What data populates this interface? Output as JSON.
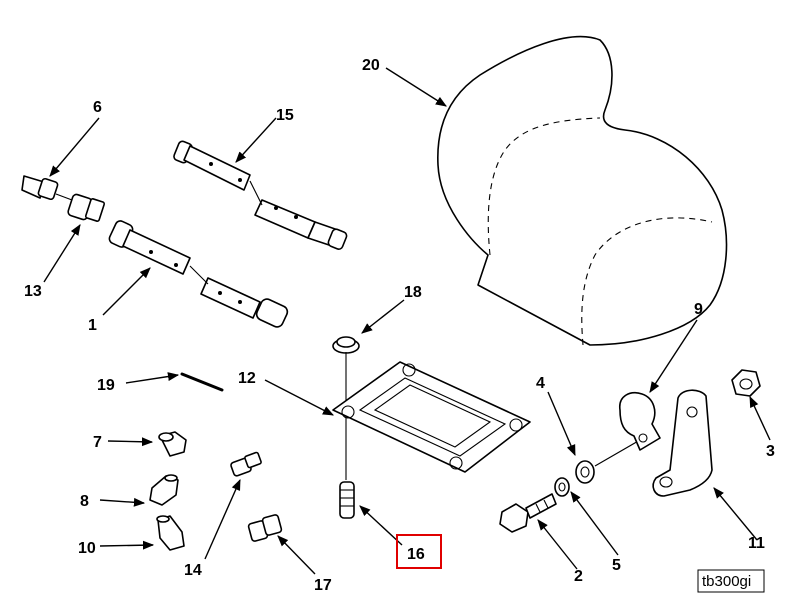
{
  "diagram": {
    "reference_code": "tb300gi",
    "highlighted_callout": "16",
    "highlight_color": "#e00000",
    "callouts": {
      "c1": "1",
      "c2": "2",
      "c3": "3",
      "c4": "4",
      "c5": "5",
      "c6": "6",
      "c7": "7",
      "c8": "8",
      "c9": "9",
      "c10": "10",
      "c11": "11",
      "c12": "12",
      "c13": "13",
      "c14": "14",
      "c15": "15",
      "c16": "16",
      "c17": "17",
      "c18": "18",
      "c19": "19",
      "c20": "20"
    }
  }
}
